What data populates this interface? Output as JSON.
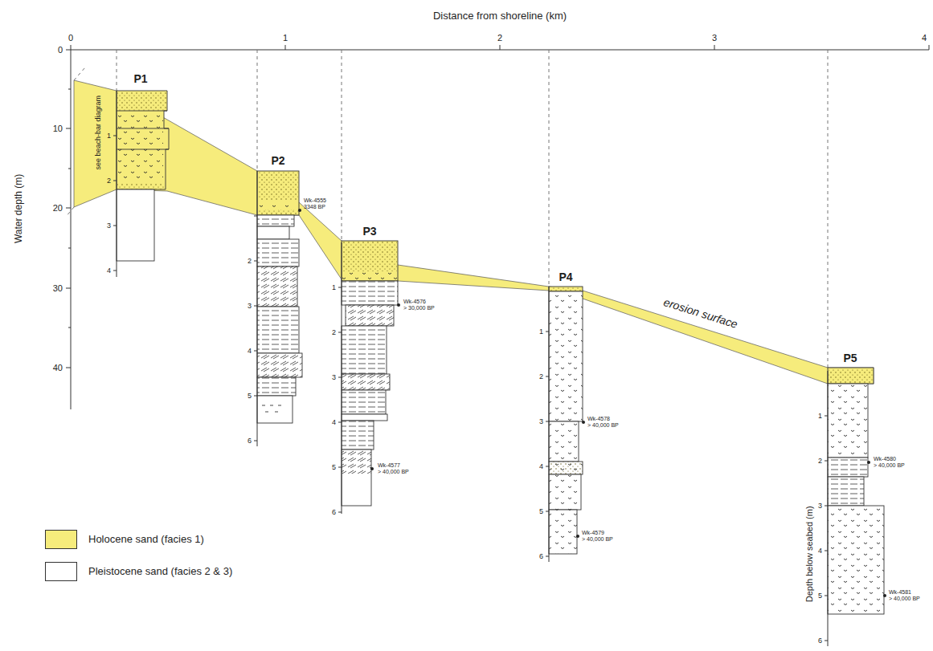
{
  "diagram": {
    "labels": [
      "Distance from shoreline (km)",
      "0",
      "1",
      "2",
      "3",
      "4",
      "Water depth (m)",
      "0",
      "10",
      "20",
      "30",
      "40",
      "P1",
      "P2",
      "P3",
      "P4",
      "P5",
      "see beach-bar diagram",
      "1",
      "2",
      "3",
      "4",
      "2",
      "3",
      "4",
      "5",
      "6",
      "1",
      "2",
      "3",
      "4",
      "5",
      "6",
      "1",
      "2",
      "3",
      "4",
      "5",
      "6",
      "1",
      "2",
      "3",
      "4",
      "5",
      "6",
      "Wk-4555",
      "3348 BP",
      "Wk-4576",
      "> 30,000 BP",
      "Wk-4577",
      "> 40,000 BP",
      "Wk-4578",
      "> 40,000 BP",
      "Wk-4579",
      "> 40,000 BP",
      "Wk-4580",
      "> 40,000 BP",
      "Wk-4581",
      "> 40,000 BP",
      "erosion surface",
      "Depth below seabed (m)"
    ],
    "legend": [
      {
        "text": "Holocene sand (facies 1)",
        "color": "#f6ec7c"
      },
      {
        "text": "Pleistocene sand (facies 2 & 3)",
        "color": "#ffffff"
      }
    ]
  }
}
